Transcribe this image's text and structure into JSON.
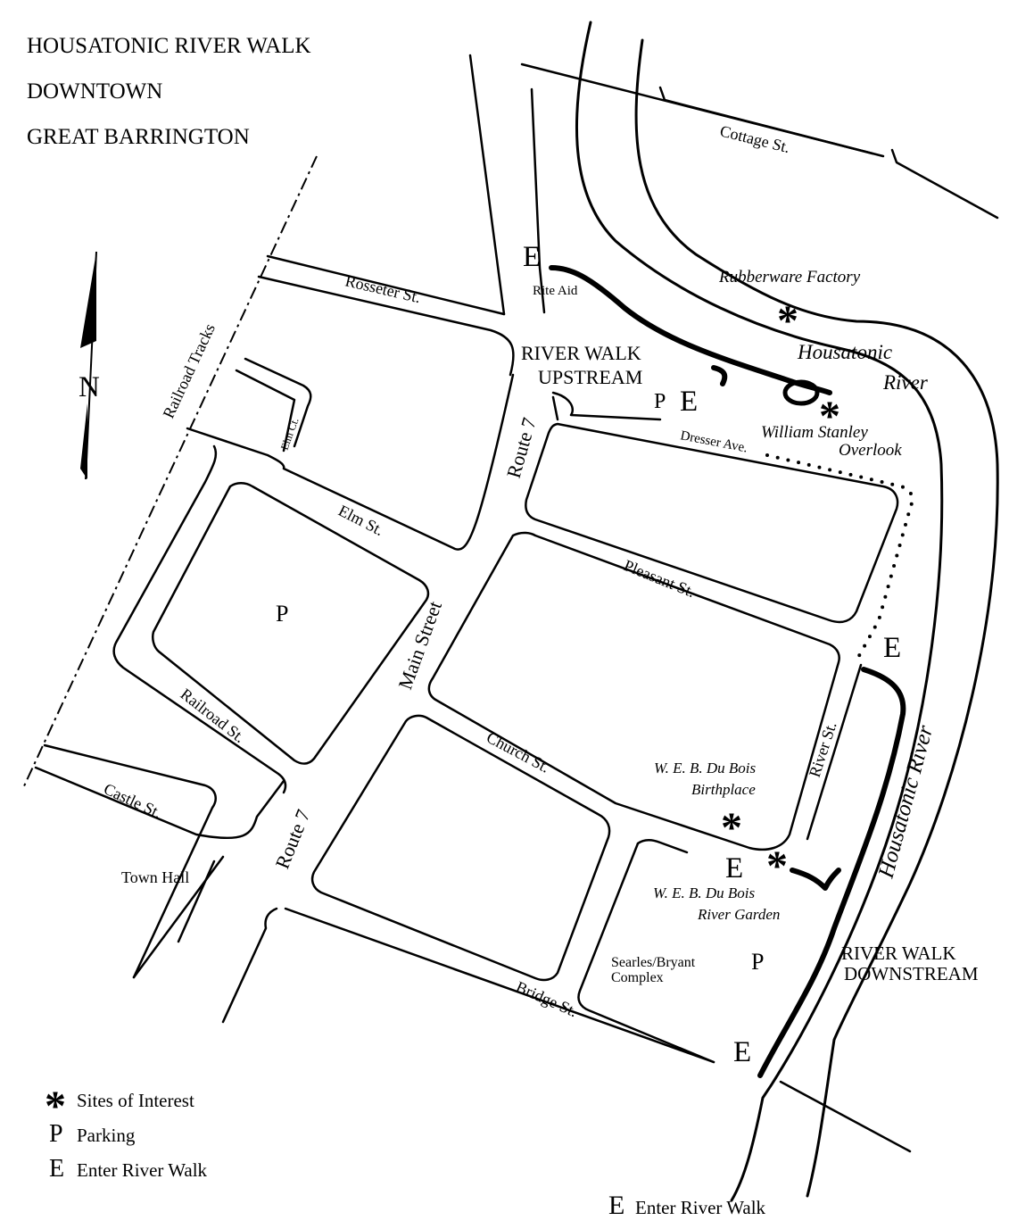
{
  "title": {
    "line1": "HOUSATONIC RIVER WALK",
    "line2": "DOWNTOWN",
    "line3": "GREAT BARRINGTON"
  },
  "north": "N",
  "streets": {
    "cottage": "Cottage St.",
    "rosseter": "Rosseter St.",
    "railroad_tracks": "Railroad Tracks",
    "elm_ct": "Elm Ct.",
    "elm": "Elm St.",
    "route7_upper": "Route 7",
    "route7_lower": "Route 7",
    "main": "Main Street",
    "dresser": "Dresser Ave.",
    "pleasant": "Pleasant St.",
    "railroad_st": "Railroad St.",
    "church": "Church St.",
    "river_st": "River St.",
    "castle": "Castle St.",
    "bridge": "Bridge St."
  },
  "places": {
    "rite_aid": "Rite Aid",
    "town_hall": "Town Hall",
    "searles_1": "Searles/Bryant",
    "searles_2": "Complex"
  },
  "sites": {
    "rubberware": "Rubberware Factory",
    "river_1": "Housatonic",
    "river_2": "River",
    "stanley_1": "William Stanley",
    "stanley_2": "Overlook",
    "birthplace_1": "W. E. B. Du Bois",
    "birthplace_2": "Birthplace",
    "garden_1": "W. E. B. Du Bois",
    "garden_2": "River Garden",
    "river_lower": "Housatonic River"
  },
  "walk": {
    "upstream_1": "RIVER WALK",
    "upstream_2": "UPSTREAM",
    "downstream_1": "RIVER WALK",
    "downstream_2": "DOWNSTREAM"
  },
  "symbols": {
    "site": "*",
    "parking": "P",
    "entrance": "E"
  },
  "legend": {
    "sites": "Sites of Interest",
    "parking": "Parking",
    "enter": "Enter River Walk",
    "bottom": "Enter River Walk"
  }
}
